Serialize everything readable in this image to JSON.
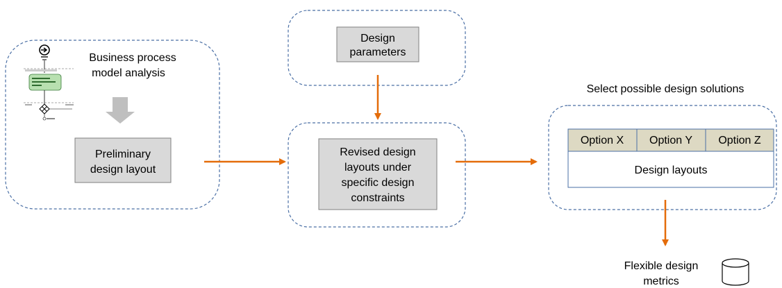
{
  "diagram": {
    "left_group": {
      "title_line1": "Business process",
      "title_line2": "model analysis",
      "box_line1": "Preliminary",
      "box_line2": "design layout"
    },
    "params_group": {
      "box_line1": "Design",
      "box_line2": "parameters"
    },
    "center_group": {
      "box_line1": "Revised design",
      "box_line2": "layouts under",
      "box_line3": "specific design",
      "box_line4": "constraints"
    },
    "right_group": {
      "caption": "Select possible design solutions",
      "options": [
        "Option X",
        "Option Y",
        "Option Z"
      ],
      "layouts_label": "Design layouts"
    },
    "output": {
      "line1": "Flexible design",
      "line2": "metrics"
    },
    "colors": {
      "arrow": "#e46c0a",
      "dashed_border": "#4a6fa5",
      "grey_box_fill": "#d9d9d9",
      "grey_box_border": "#808080",
      "option_header_fill": "#ddd9c3",
      "table_border": "#4a6fa5",
      "block_arrow": "#bfbfbf"
    },
    "icons": {
      "bpmn_thumbnail": "bpmn-diagram-thumbnail",
      "database": "database-cylinder-icon"
    }
  }
}
